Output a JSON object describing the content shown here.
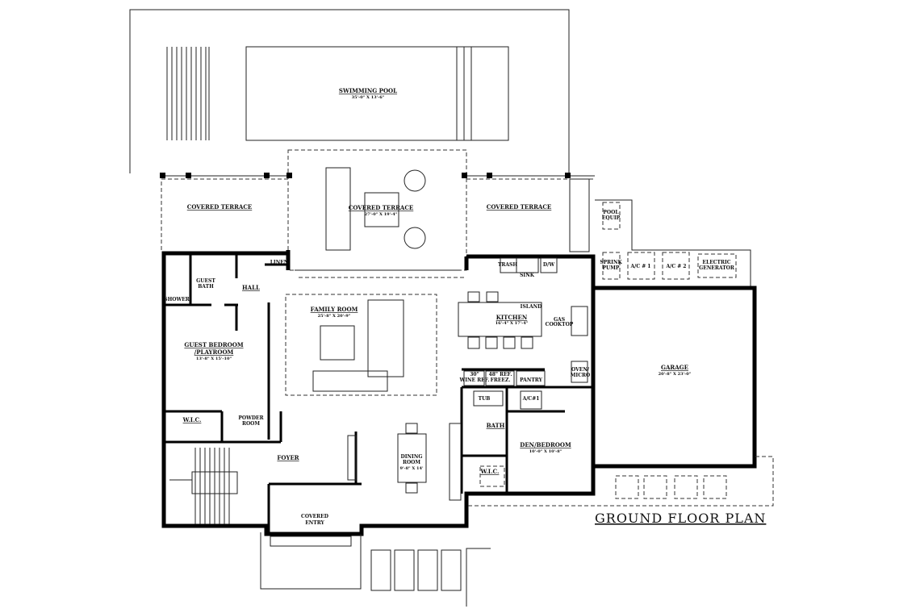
{
  "title": "GROUND FLOOR PLAN",
  "rooms": {
    "pool": {
      "label": "SWIMMING POOL",
      "dim": "35'-0\" X 13'-6\""
    },
    "terrace_left": {
      "label": "COVERED TERRACE"
    },
    "terrace_center": {
      "label": "COVERED TERRACE",
      "dim": "27'-0\" X 19'-4\""
    },
    "terrace_right": {
      "label": "COVERED TERRACE"
    },
    "pool_equip": {
      "label1": "POOL",
      "label2": "EQUIP"
    },
    "sprink": {
      "label1": "SPRINK",
      "label2": "PUMP"
    },
    "ac1": {
      "label": "A/C # 1"
    },
    "ac2": {
      "label": "A/C # 2"
    },
    "generator": {
      "label1": "ELECTRIC",
      "label2": "GENERATOR"
    },
    "guest_bath": {
      "label1": "GUEST",
      "label2": "BATH"
    },
    "shower": {
      "label": "SHOWER"
    },
    "linen": {
      "label": "LINEN"
    },
    "hall": {
      "label": "HALL"
    },
    "family": {
      "label": "FAMILY ROOM",
      "dim": "25'-8\" X 20'-9\""
    },
    "guest_bed": {
      "label1": "GUEST BEDROOM",
      "label2": "/PLAYROOM",
      "dim": "13'-8\" X 15'-10\""
    },
    "kitchen": {
      "label": "KITCHEN",
      "dim": "16'-4\" X 17'-4\"",
      "island": "ISLAND",
      "trash": "TRASH",
      "sink": "SINK",
      "dw": "D/W",
      "gas1": "GAS",
      "gas2": "COOKTOP",
      "oven1": "OVEN/",
      "oven2": "MICRO"
    },
    "wine": {
      "label1": "30\"",
      "label2": "WINE REF."
    },
    "ref": {
      "label1": "48\" REF.",
      "label2": "FREEZ."
    },
    "pantry": {
      "label": "PANTRY"
    },
    "garage": {
      "label": "GARAGE",
      "dim": "20'-8\" X 23'-0\""
    },
    "tub": {
      "label": "TUB"
    },
    "ac_closet": {
      "label": "A/C#1"
    },
    "bath": {
      "label": "BATH"
    },
    "den": {
      "label": "DEN/BEDROOM",
      "dim": "10'-0\" X 10'-8\""
    },
    "wic_den": {
      "label": "W.I.C."
    },
    "wic_guest": {
      "label": "W.I.C."
    },
    "powder": {
      "label1": "POWDER",
      "label2": "ROOM"
    },
    "foyer": {
      "label": "FOYER"
    },
    "dining": {
      "label1": "DINING",
      "label2": "ROOM",
      "dim": "9'-8\" X 14'"
    },
    "entry": {
      "label1": "COVERED",
      "label2": "ENTRY"
    }
  }
}
